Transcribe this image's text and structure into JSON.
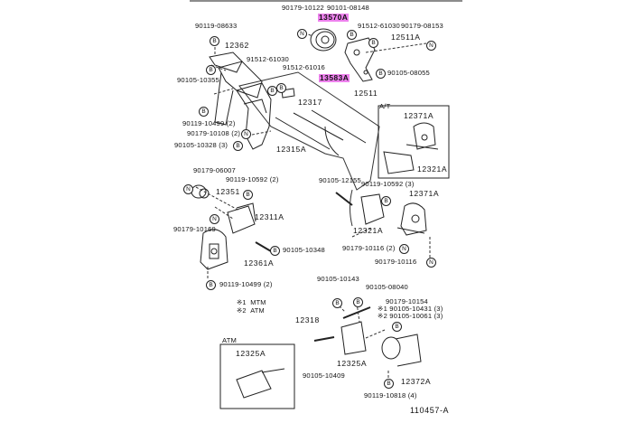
{
  "diagram": {
    "title_code": "110457-A",
    "highlight_color": "#ee82ee",
    "legend": [
      {
        "mark": "※1",
        "label": "MTM"
      },
      {
        "mark": "※2",
        "label": "ATM"
      }
    ],
    "insets": {
      "at": {
        "label": "A/T",
        "parts": [
          "12371A",
          "12321A"
        ]
      },
      "atm": {
        "label": "ATM",
        "parts": [
          "12325A"
        ]
      }
    },
    "symbols": {
      "B": "B",
      "N": "N"
    },
    "labels": {
      "p90179_10122": "90179-10122",
      "p90101_08148": "90101-08148",
      "p13570A": "13570A",
      "p90119_08633": "90119-08633",
      "p91512_61030_a": "91512-61030",
      "p90179_08153": "90179-08153",
      "p12511A": "12511A",
      "p12362": "12362",
      "p91512_61030_b": "91512-61030",
      "p91512_61016": "91512-61016",
      "p90105_10355": "90105-10355",
      "p13583A": "13583A",
      "p90105_08055": "90105-08055",
      "p12511": "12511",
      "p12317": "12317",
      "p90119_10499_2a": "90119-10499 (2)",
      "p90179_10108_2": "90179-10108 (2)",
      "p90105_10328_3": "90105-10328 (3)",
      "p12315A": "12315A",
      "p90179_06007": "90179-06007",
      "p90119_10592_2": "90119-10592 (2)",
      "p12351": "12351",
      "p12311A": "12311A",
      "p90179_10169": "90179-10169",
      "p90105_10348": "90105-10348",
      "p12361A": "12361A",
      "p90119_10499_2b": "90119-10499 (2)",
      "p90105_12155": "90105-12155",
      "p90119_10592_3": "90119-10592 (3)",
      "p12371A": "12371A",
      "p12321A": "12321A",
      "p90179_10116_2": "90179-10116 (2)",
      "p90179_10116": "90179-10116",
      "p90105_10143": "90105-10143",
      "p90105_08040": "90105-08040",
      "p90179_10154": "90179-10154",
      "p90105_10431_3": "※1 90105-10431 (3)",
      "p90105_10061_3": "※2 90105-10061 (3)",
      "p12318": "12318",
      "p12325A": "12325A",
      "p90105_10409": "90105-10409",
      "p12372A": "12372A",
      "p90119_10818_4": "90119-10818 (4)"
    }
  }
}
